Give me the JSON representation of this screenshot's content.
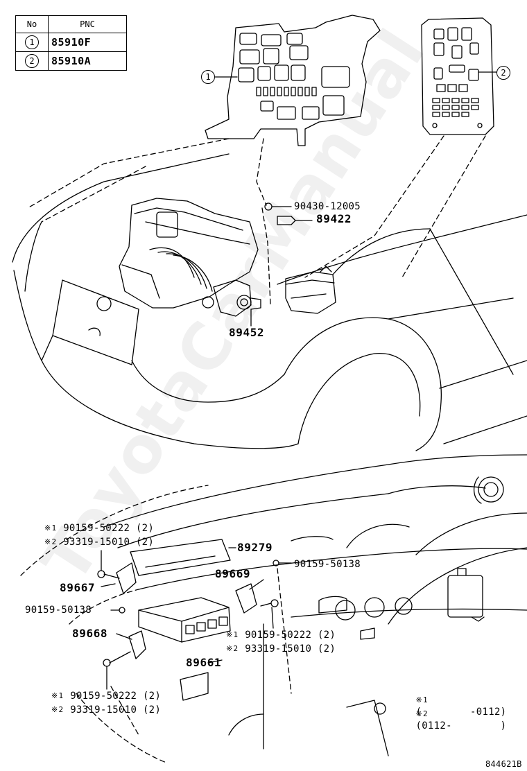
{
  "pnc_table": {
    "header_no": "No",
    "header_pnc": "PNC",
    "rows": [
      {
        "no": "1",
        "pnc": "85910F"
      },
      {
        "no": "2",
        "pnc": "85910A"
      }
    ]
  },
  "callouts": {
    "relay_block_1": "1",
    "relay_block_2": "2"
  },
  "parts": {
    "p90430": "90430-12005",
    "p89422": "89422",
    "p89452": "89452",
    "p89279": "89279",
    "p90159_top": "90159-50138",
    "p89669": "89669",
    "p89667": "89667",
    "p90159_left": "90159-50138",
    "p89668": "89668",
    "p89661": "89661"
  },
  "notes": {
    "mark": "※",
    "tl_1_idx": "1",
    "tl_1_part": "90159-50222 (2)",
    "tl_2_idx": "2",
    "tl_2_part": "93319-15010 (2)",
    "mr_1_idx": "1",
    "mr_1_part": "90159-50222 (2)",
    "mr_2_idx": "2",
    "mr_2_part": "93319-15010 (2)",
    "bl_1_idx": "1",
    "bl_1_part": "90159-50222 (2)",
    "bl_2_idx": "2",
    "bl_2_part": "93319-15010 (2)"
  },
  "legend": {
    "row1_idx": "1",
    "row1_text": "(        -0112)",
    "row2_idx": "2",
    "row2_text": "(0112-        )"
  },
  "figure_code": "844621B",
  "watermark": "ToyotaCarManual"
}
